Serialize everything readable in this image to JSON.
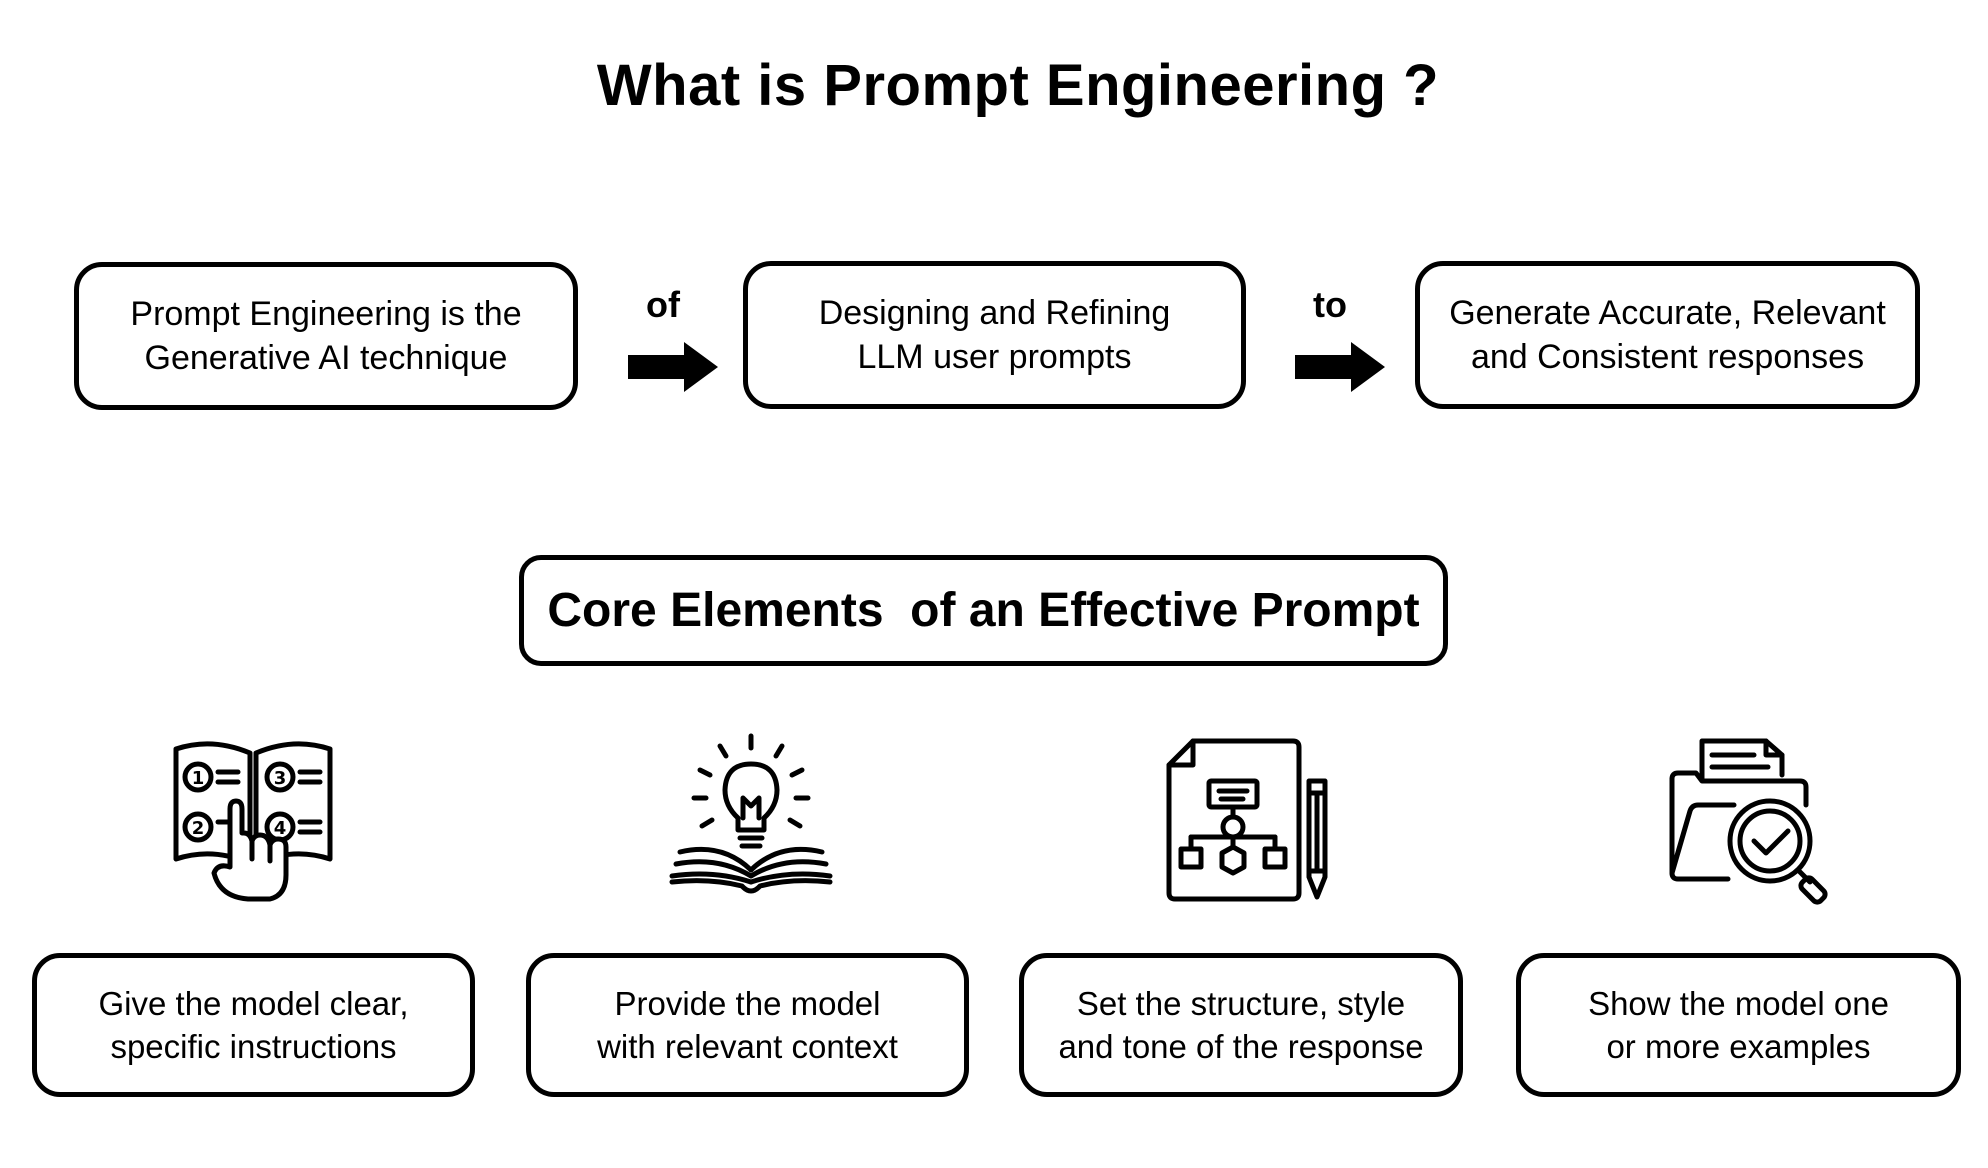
{
  "title": "What is Prompt Engineering ?",
  "flow": {
    "box1": {
      "line1": "Prompt Engineering is the",
      "line2": "Generative AI technique"
    },
    "connector1": "of",
    "box2": {
      "line1": "Designing and Refining",
      "line2": "LLM user prompts"
    },
    "connector2": "to",
    "box3": {
      "line1": "Generate Accurate, Relevant",
      "line2": "and Consistent responses"
    }
  },
  "core_title": "Core Elements  of an Effective Prompt",
  "elements": [
    {
      "icon": "numbered-instructions-book-icon",
      "line1": "Give the model clear,",
      "line2": "specific instructions"
    },
    {
      "icon": "lightbulb-book-icon",
      "line1": "Provide the model",
      "line2": "with relevant context"
    },
    {
      "icon": "flowchart-document-pencil-icon",
      "line1": "Set the structure, style",
      "line2": "and tone of the response"
    },
    {
      "icon": "folder-magnifier-check-icon",
      "line1": "Show the model one",
      "line2": "or more examples"
    }
  ]
}
